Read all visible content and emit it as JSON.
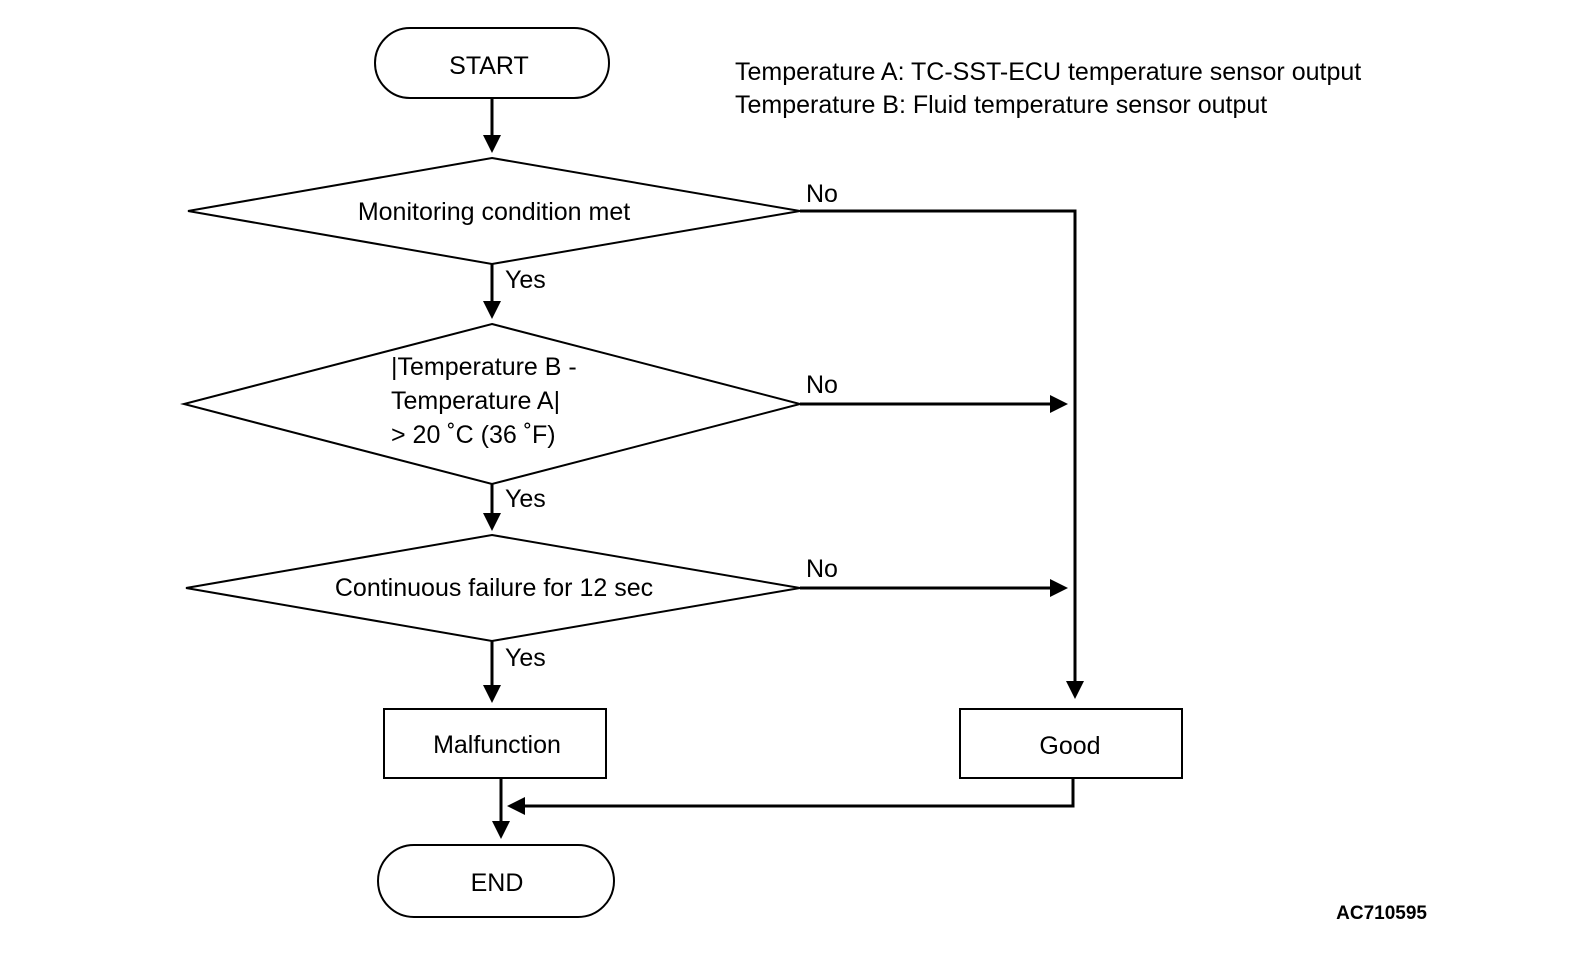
{
  "legend": {
    "line_a": "Temperature A: TC-SST-ECU temperature sensor output",
    "line_b": "Temperature B: Fluid temperature sensor output"
  },
  "nodes": {
    "start": "START",
    "monitoring": "Monitoring condition met",
    "temp_diff": {
      "line1": "|Temperature B -",
      "line2": "Temperature A|",
      "line3": "> 20 ˚C (36 ˚F)"
    },
    "continuous": "Continuous failure for 12 sec",
    "malfunction": "Malfunction",
    "good": "Good",
    "end": "END"
  },
  "edges": {
    "monitoring_yes": "Yes",
    "monitoring_no": "No",
    "temp_diff_yes": "Yes",
    "temp_diff_no": "No",
    "continuous_yes": "Yes",
    "continuous_no": "No"
  },
  "figure_code": "AC710595",
  "colors": {
    "ink": "#000000",
    "background": "#ffffff"
  }
}
